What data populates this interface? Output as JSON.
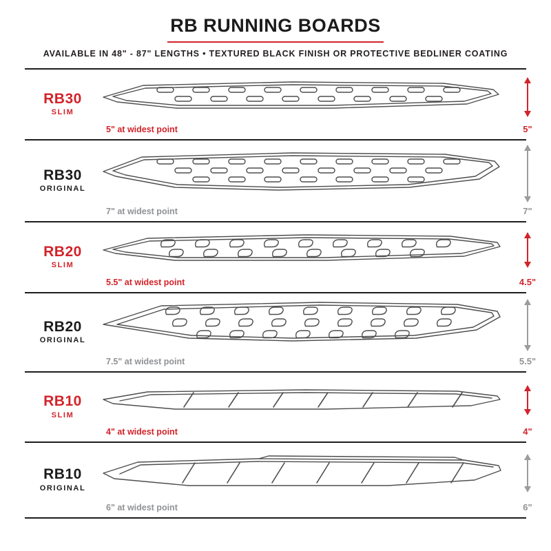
{
  "header": {
    "title": "RB RUNNING BOARDS",
    "subtitle": "AVAILABLE IN 48\" - 87\" LENGTHS   •   TEXTURED BLACK FINISH OR PROTECTIVE BEDLINER COATING"
  },
  "colors": {
    "accent_red": "#d2232a",
    "gray": "#939598",
    "ink": "#1b1b1b"
  },
  "boards": [
    {
      "model": "RB30",
      "variant": "SLIM",
      "theme": "red",
      "slot_style": "oval-slots",
      "widest": "5\" at widest point",
      "height": "5\""
    },
    {
      "model": "RB30",
      "variant": "ORIGINAL",
      "theme": "black",
      "slot_style": "oval-slots",
      "widest": "7\" at widest point",
      "height": "7\""
    },
    {
      "model": "RB20",
      "variant": "SLIM",
      "theme": "red",
      "slot_style": "teardrop-slots",
      "widest": "5.5\" at widest point",
      "height": "4.5\""
    },
    {
      "model": "RB20",
      "variant": "ORIGINAL",
      "theme": "black",
      "slot_style": "teardrop-slots",
      "widest": "7.5\" at widest point",
      "height": "5.5\""
    },
    {
      "model": "RB10",
      "variant": "SLIM",
      "theme": "red",
      "slot_style": "hash-marks",
      "widest": "4\" at widest point",
      "height": "4\""
    },
    {
      "model": "RB10",
      "variant": "ORIGINAL",
      "theme": "black",
      "slot_style": "hash-marks",
      "widest": "6\" at widest point",
      "height": "6\""
    }
  ]
}
